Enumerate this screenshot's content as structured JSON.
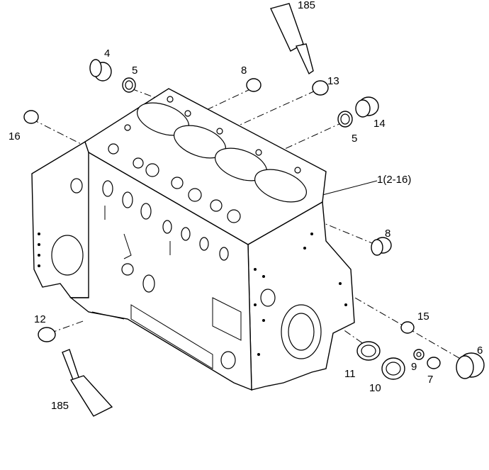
{
  "labels": {
    "l185a": "185",
    "l185b": "185",
    "l4": "4",
    "l5a": "5",
    "l5b": "5",
    "l8a": "8",
    "l8b": "8",
    "l13": "13",
    "l14": "14",
    "l16": "16",
    "l1": "1(2-16)",
    "l12": "12",
    "l15": "15",
    "l6": "6",
    "l9": "9",
    "l7": "7",
    "l11": "11",
    "l10": "10"
  }
}
